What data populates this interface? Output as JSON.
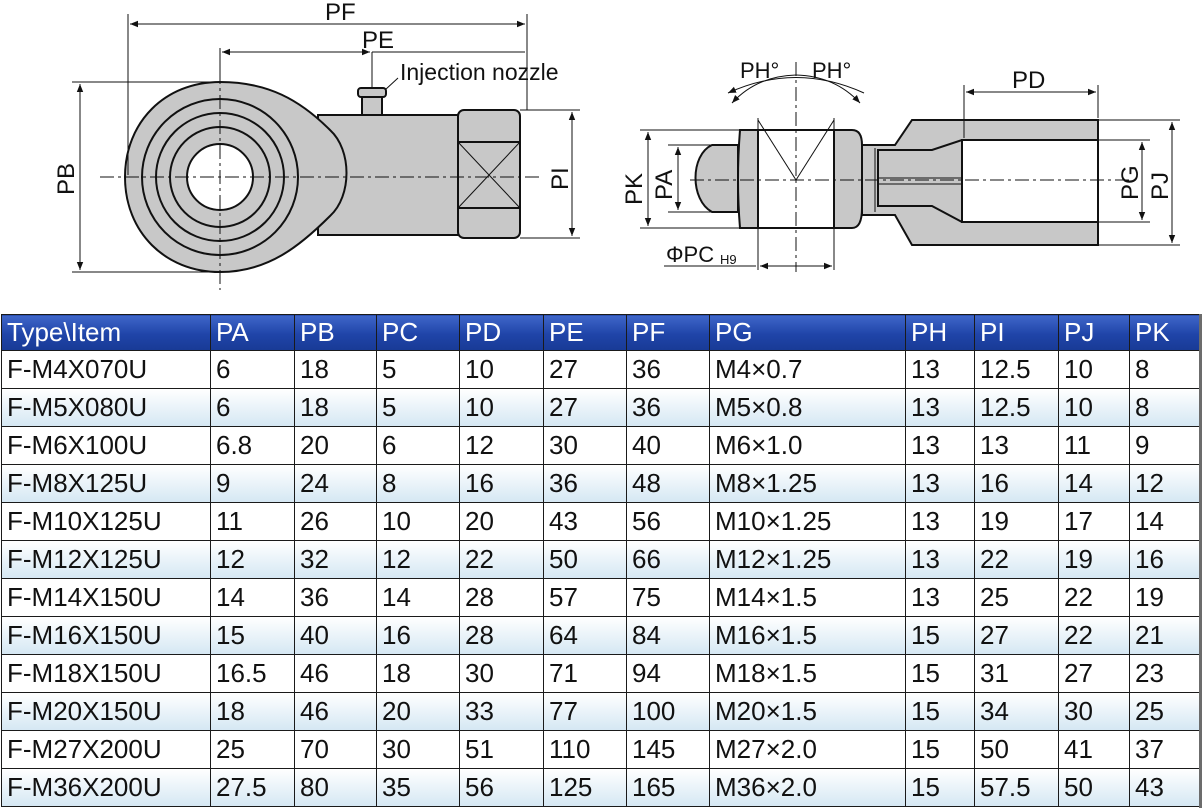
{
  "drawing": {
    "labels": {
      "pf": "PF",
      "pe": "PE",
      "injection_nozzle": "Injection nozzle",
      "pb": "PB",
      "pi": "PI",
      "ph_left": "PH°",
      "ph_right": "PH°",
      "pd": "PD",
      "pk": "PK",
      "pa": "PA",
      "pc": "ΦPC",
      "pc_sub": "H9",
      "pg": "PG",
      "pj": "PJ"
    }
  },
  "table": {
    "headers": [
      "Type\\Item",
      "PA",
      "PB",
      "PC",
      "PD",
      "PE",
      "PF",
      "PG",
      "PH",
      "PI",
      "PJ",
      "PK"
    ],
    "rows": [
      [
        "F-M4X070U",
        "6",
        "18",
        "5",
        "10",
        "27",
        "36",
        "M4×0.7",
        "13",
        "12.5",
        "10",
        "8"
      ],
      [
        "F-M5X080U",
        "6",
        "18",
        "5",
        "10",
        "27",
        "36",
        "M5×0.8",
        "13",
        "12.5",
        "10",
        "8"
      ],
      [
        "F-M6X100U",
        "6.8",
        "20",
        "6",
        "12",
        "30",
        "40",
        "M6×1.0",
        "13",
        "13",
        "11",
        "9"
      ],
      [
        "F-M8X125U",
        "9",
        "24",
        "8",
        "16",
        "36",
        "48",
        "M8×1.25",
        "13",
        "16",
        "14",
        "12"
      ],
      [
        "F-M10X125U",
        "11",
        "26",
        "10",
        "20",
        "43",
        "56",
        "M10×1.25",
        "13",
        "19",
        "17",
        "14"
      ],
      [
        "F-M12X125U",
        "12",
        "32",
        "12",
        "22",
        "50",
        "66",
        "M12×1.25",
        "13",
        "22",
        "19",
        "16"
      ],
      [
        "F-M14X150U",
        "14",
        "36",
        "14",
        "28",
        "57",
        "75",
        "M14×1.5",
        "13",
        "25",
        "22",
        "19"
      ],
      [
        "F-M16X150U",
        "15",
        "40",
        "16",
        "28",
        "64",
        "84",
        "M16×1.5",
        "15",
        "27",
        "22",
        "21"
      ],
      [
        "F-M18X150U",
        "16.5",
        "46",
        "18",
        "30",
        "71",
        "94",
        "M18×1.5",
        "15",
        "31",
        "27",
        "23"
      ],
      [
        "F-M20X150U",
        "18",
        "46",
        "20",
        "33",
        "77",
        "100",
        "M20×1.5",
        "15",
        "34",
        "30",
        "25"
      ],
      [
        "F-M27X200U",
        "25",
        "70",
        "30",
        "51",
        "110",
        "145",
        "M27×2.0",
        "15",
        "50",
        "41",
        "37"
      ],
      [
        "F-M36X200U",
        "27.5",
        "80",
        "35",
        "56",
        "125",
        "165",
        "M36×2.0",
        "15",
        "57.5",
        "50",
        "43"
      ]
    ]
  },
  "colors": {
    "header_top": "#3f66c9",
    "header_bottom": "#183a95",
    "row_alt_bottom": "#d4e7f3",
    "part_fill": "#c8c8c8",
    "line": "#111111"
  }
}
